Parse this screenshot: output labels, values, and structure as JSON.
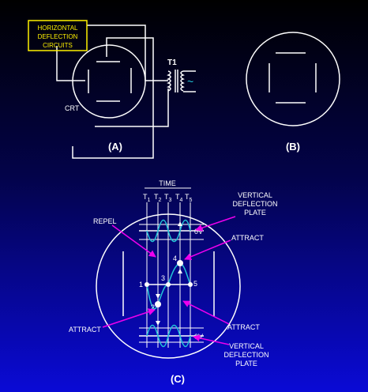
{
  "panel_a": {
    "box_line1": "HORIZONTAL",
    "box_line2": "DEFLECTION",
    "box_line3": "CIRCUITS",
    "crt_label": "CRT",
    "transformer_label": "T1",
    "source_symbol": "~",
    "caption": "(A)"
  },
  "panel_b": {
    "caption": "(B)"
  },
  "panel_c": {
    "time_label": "TIME",
    "ticks": [
      {
        "base": "T",
        "sub": "1"
      },
      {
        "base": "T",
        "sub": "2"
      },
      {
        "base": "T",
        "sub": "3"
      },
      {
        "base": "T",
        "sub": "4"
      },
      {
        "base": "T",
        "sub": "5"
      }
    ],
    "vertical_plate_top_line1": "VERTICAL",
    "vertical_plate_top_line2": "DEFLECTION",
    "vertical_plate_top_line3": "PLATE",
    "repel": "REPEL",
    "attract_top": "ATTRACT",
    "attract_left": "ATTRACT",
    "attract_right": "ATTRACT",
    "zero_volt_top": "0V",
    "zero_volt_bottom": "0V",
    "vertical_plate_bottom_line1": "VERTICAL",
    "vertical_plate_bottom_line2": "DEFLECTION",
    "vertical_plate_bottom_line3": "PLATE",
    "points": [
      "1",
      "2",
      "3",
      "4",
      "5"
    ],
    "caption": "(C)"
  },
  "colors": {
    "line": "#ffffff",
    "box": "#fff200",
    "wave": "#22c4d8",
    "arrow": "#ee00ee",
    "marker": "#ffffff"
  }
}
